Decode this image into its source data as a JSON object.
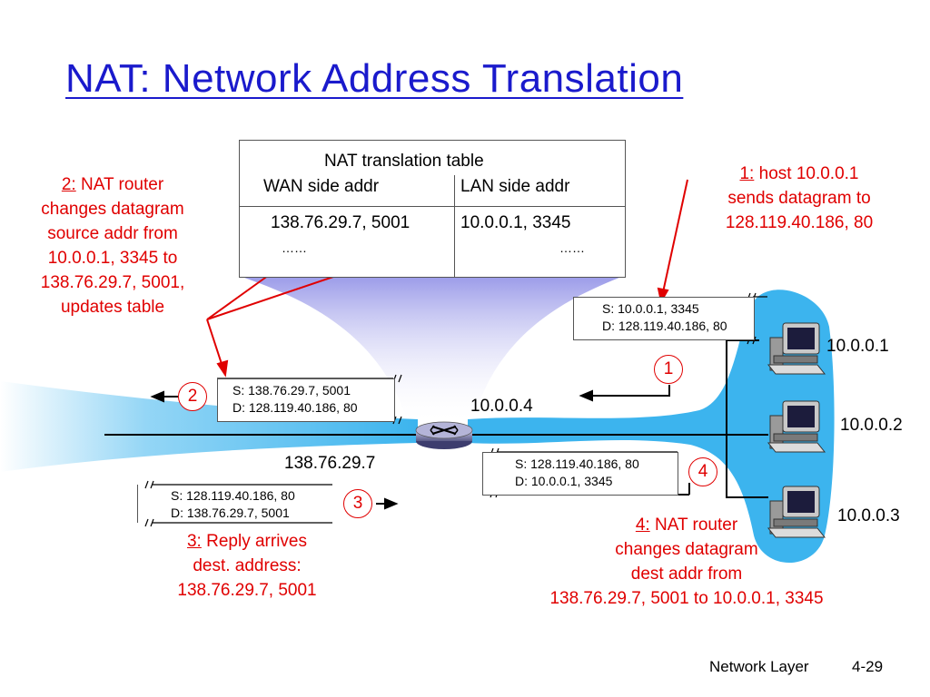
{
  "title": "NAT: Network Address Translation",
  "table": {
    "heading": "NAT translation table",
    "col_wan": "WAN side addr",
    "col_lan": "LAN side addr",
    "row_wan": "138.76.29.7, 5001",
    "row_lan": "10.0.0.1, 3345",
    "more_wan": "……",
    "more_lan": "……"
  },
  "notes": {
    "n1_num": "1:",
    "n1_l1": " host 10.0.0.1",
    "n1_l2": "sends datagram to",
    "n1_l3": "128.119.40.186, 80",
    "n2_num": "2:",
    "n2_l1": " NAT router",
    "n2_l2": "changes datagram",
    "n2_l3": "source addr from",
    "n2_l4": "10.0.0.1, 3345 to",
    "n2_l5": "138.76.29.7, 5001,",
    "n2_l6": "updates table",
    "n3_num": "3:",
    "n3_l1": " Reply arrives",
    "n3_l2": "dest. address:",
    "n3_l3": "138.76.29.7, 5001",
    "n4_num": "4:",
    "n4_l1": " NAT router",
    "n4_l2": "changes datagram",
    "n4_l3": "dest addr from",
    "n4_l4": "138.76.29.7, 5001 to 10.0.0.1, 3345"
  },
  "packets": {
    "p1_s": "S: 10.0.0.1, 3345",
    "p1_d": "D: 128.119.40.186, 80",
    "p2_s": "S: 138.76.29.7, 5001",
    "p2_d": "D: 128.119.40.186, 80",
    "p3_s": "S: 128.119.40.186, 80",
    "p3_d": "D: 138.76.29.7, 5001",
    "p4_s": "S: 128.119.40.186, 80",
    "p4_d": "D: 10.0.0.1, 3345"
  },
  "steps": [
    "1",
    "2",
    "3",
    "4"
  ],
  "addresses": {
    "router_lan": "10.0.0.4",
    "router_wan": "138.76.29.7",
    "host1": "10.0.0.1",
    "host2": "10.0.0.2",
    "host3": "10.0.0.3"
  },
  "footer": {
    "section": "Network Layer",
    "page": "4-29"
  },
  "icons": [
    "router-icon",
    "host-computer-icon"
  ],
  "colors": {
    "title": "#1a1acc",
    "annotation": "#e00000",
    "network_blob": "#3cb4ee"
  }
}
